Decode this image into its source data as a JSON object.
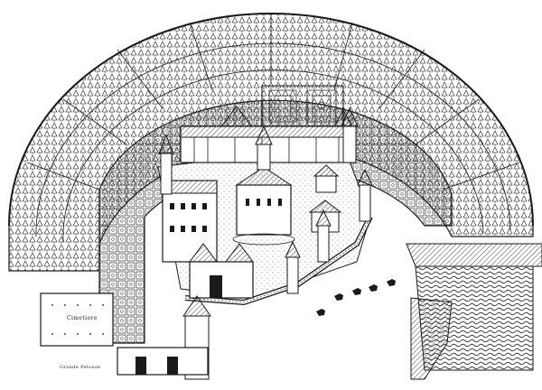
{
  "image": {
    "style": "black-and-white engraving",
    "subject": "bird's-eye view of a castle with semicircular gardens"
  },
  "labels": {
    "cemetery": "Cimetiere",
    "grounds": "Grande Pelouse"
  },
  "colors": {
    "ink": "#1a1a1a",
    "paper": "#ffffff",
    "water": "#3a3a3a"
  }
}
